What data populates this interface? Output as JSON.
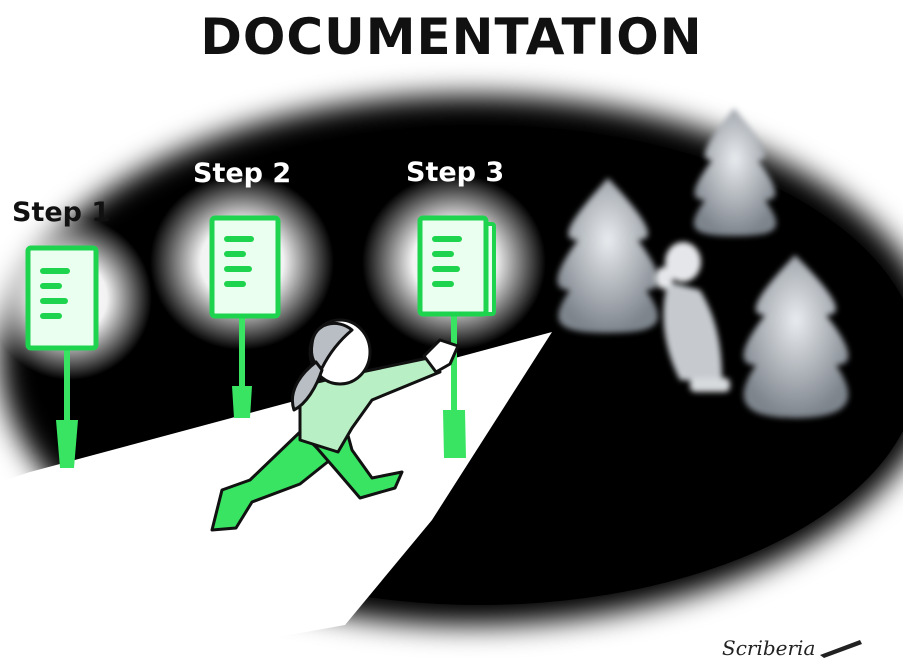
{
  "title": "DOCUMENTATION",
  "steps": [
    {
      "label": "Step 1"
    },
    {
      "label": "Step 2"
    },
    {
      "label": "Step 3"
    }
  ],
  "signature": "Scriberia",
  "colors": {
    "accent_green": "#39e463",
    "sign_outline": "#1ed34e",
    "sign_fill": "#eafff0",
    "shirt": "#b9efc4",
    "pants": "#39e463",
    "hair": "#b9bec4",
    "night": "#000000",
    "path": "#ffffff",
    "ghost": "#c6cacf"
  },
  "icons": [
    "document-sign-icon",
    "tree-icon",
    "person-running-icon",
    "scared-person-icon",
    "pen-icon"
  ]
}
